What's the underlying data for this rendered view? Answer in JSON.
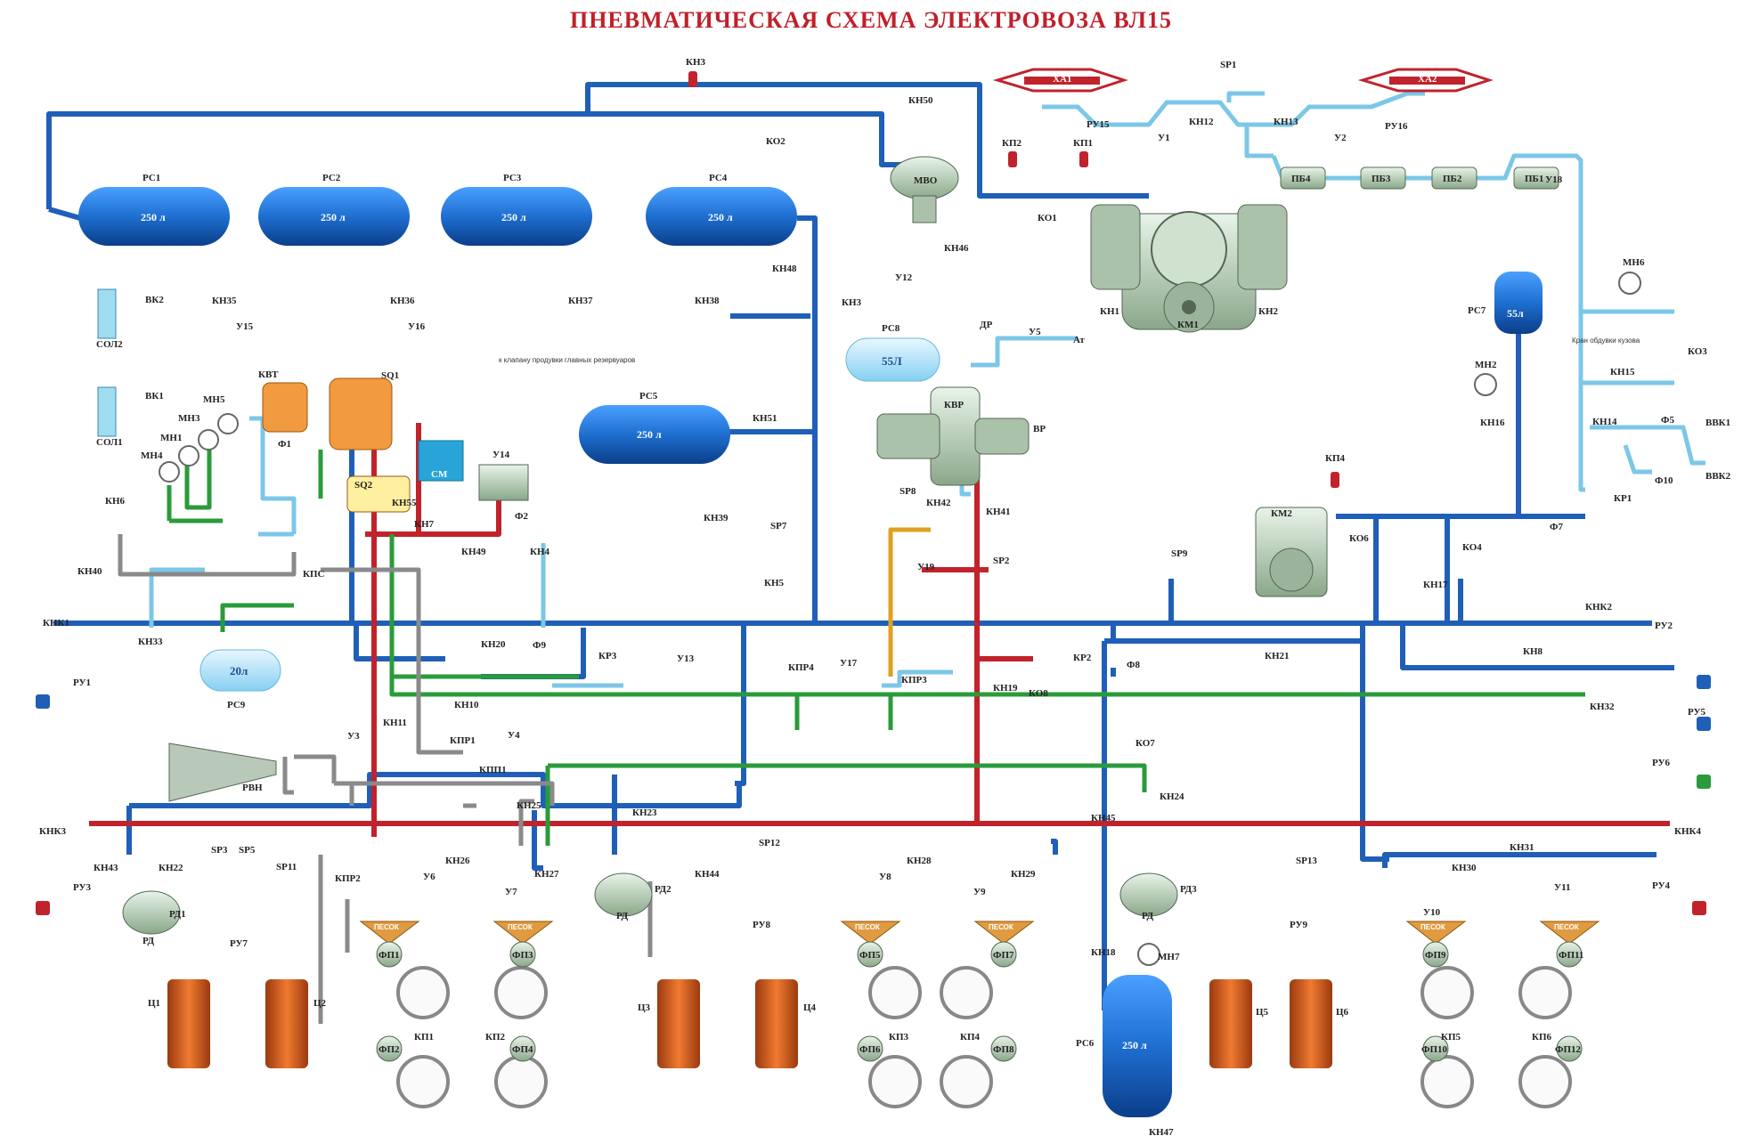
{
  "title": "ПНЕВМАТИЧЕСКАЯ СХЕМА    ЭЛЕКТРОВОЗА  ВЛ15",
  "colors": {
    "main_line": "#1f5fb8",
    "light_line": "#7cc7e8",
    "brake_line": "#c0232b",
    "green_line": "#2a9b3a",
    "gray_line": "#8a8a8a",
    "orange_line": "#e0a020",
    "tank_blue": "#1e6fd0",
    "title_red": "#c0202a"
  },
  "tanks": [
    {
      "id": "РС1",
      "volume": "250 л"
    },
    {
      "id": "РС2",
      "volume": "250 л"
    },
    {
      "id": "РС3",
      "volume": "250 л"
    },
    {
      "id": "РС4",
      "volume": "250 л"
    },
    {
      "id": "РС5",
      "volume": "250 л"
    },
    {
      "id": "РС6",
      "volume": "250 л"
    },
    {
      "id": "РС7",
      "volume": "55л"
    },
    {
      "id": "РС8",
      "volume": "55Л"
    },
    {
      "id": "РС9",
      "volume": "20л"
    }
  ],
  "horns": {
    "left": "ХА1",
    "right": "ХА2"
  },
  "components": {
    "mvo": "МВО",
    "km1": "КМ1",
    "km2": "КМ2",
    "kvr": "КВР",
    "vr": "ВР",
    "sq1": "SQ1",
    "sq2": "SQ2",
    "kvt": "КВТ",
    "cm": "СМ",
    "y14": "У14",
    "rvn": "РВН",
    "sol1": "СОЛ1",
    "sol2": "СОЛ2",
    "rd": "РД",
    "sand": "ПЕСОК"
  },
  "filters_pb": [
    "ПБ4",
    "ПБ3",
    "ПБ2",
    "ПБ1"
  ],
  "cylinders": [
    "Ц1",
    "Ц2",
    "Ц3",
    "Ц4",
    "Ц5",
    "Ц6"
  ],
  "sanders": [
    "ФП1",
    "ФП2",
    "ФП3",
    "ФП4",
    "ФП5",
    "ФП6",
    "ФП7",
    "ФП8",
    "ФП9",
    "ФП10",
    "ФП11",
    "ФП12"
  ],
  "sand_valves": [
    "КП1",
    "КП2",
    "КП3",
    "КП4",
    "КП5",
    "КП6"
  ],
  "pressure_regs": [
    "РД1",
    "РД2",
    "РД3"
  ],
  "hoses": [
    "РУ1",
    "РУ2",
    "РУ3",
    "РУ4",
    "РУ5",
    "РУ6",
    "РУ7",
    "РУ8",
    "РУ9",
    "РУ15",
    "РУ16"
  ],
  "notes": {
    "blowdown": "к клапану продувки главных резервуаров",
    "body_blow": "Кран обдувки кузова",
    "atm": "Ат",
    "vvk1": "ВВК1",
    "vvk2": "ВВК2",
    "dr": "ДР"
  },
  "labels": {
    "kn3a": "КН3",
    "kn50": "КН50",
    "ko2": "КО2",
    "sp1": "SP1",
    "ru15": "РУ15",
    "y1": "У1",
    "kn12": "КН12",
    "kn13": "КН13",
    "y2": "У2",
    "ru16": "РУ16",
    "kp2": "КП2",
    "kp1": "КП1",
    "ko1": "КО1",
    "y18": "У18",
    "kn48": "КН48",
    "kn46": "КН46",
    "y12": "У12",
    "kn3b": "КН3",
    "kn35": "КН35",
    "kn36": "КН36",
    "kn37": "КН37",
    "kn38": "КН38",
    "y15": "У15",
    "y16": "У16",
    "vk2": "ВК2",
    "vk1": "ВК1",
    "mn5": "МН5",
    "mn3": "МН3",
    "mn1": "МН1",
    "mn4": "МН4",
    "kn6": "КН6",
    "f1": "Ф1",
    "f2": "Ф2",
    "kn55": "КН55",
    "kn7": "КН7",
    "kn49": "КН49",
    "kn4": "КН4",
    "kn40": "КН40",
    "kps": "КПС",
    "knk1": "КНК1",
    "kn33": "КН33",
    "ru1": "РУ1",
    "kn51": "КН51",
    "kn39": "КН39",
    "sp7": "SP7",
    "kn5": "КН5",
    "mn6": "МН6",
    "ko3": "КО3",
    "kn15": "КН15",
    "mn2": "МН2",
    "kn16": "КН16",
    "kn14": "КН14",
    "f5": "Ф5",
    "f10": "Ф10",
    "kr1": "КР1",
    "f7": "Ф7",
    "kp4": "КП4",
    "ko6": "КО6",
    "ko4": "КО4",
    "kn17": "КН17",
    "sp9": "SP9",
    "knk2": "КНК2",
    "ru2": "РУ2",
    "kn8": "КН8",
    "ru5": "РУ5",
    "kn32": "КН32",
    "ru6": "РУ6",
    "kn1": "КН1",
    "kn2": "КН2",
    "y5": "У5",
    "sp8": "SP8",
    "kn42": "КН42",
    "kn41": "КН41",
    "y19": "У19",
    "sp2": "SP2",
    "kn20": "КН20",
    "f9": "Ф9",
    "kr3": "КР3",
    "y13": "У13",
    "kpr4": "КПР4",
    "y17": "У17",
    "kpr3": "КПР3",
    "kn19": "КН19",
    "ko8": "КО8",
    "kr2": "КР2",
    "f8": "Ф8",
    "kn21": "КН21",
    "ko7": "КО7",
    "kn24": "КН24",
    "kn45": "КН45",
    "y3": "У3",
    "kn11": "КН11",
    "kn10": "КН10",
    "y4": "У4",
    "kpr1": "КПР1",
    "kpp1": "КПП1",
    "kn25": "КН25",
    "kn23": "КН23",
    "knk3": "КНК3",
    "knk4": "КНК4",
    "ru3": "РУ3",
    "ru4": "РУ4",
    "kn43": "КН43",
    "kn22": "КН22",
    "sp3": "SP3",
    "sp5": "SP5",
    "sp11": "SP11",
    "kpr2": "КПР2",
    "kn26": "КН26",
    "y6": "У6",
    "y7": "У7",
    "kn27": "КН27",
    "kn44": "КН44",
    "sp12": "SP12",
    "kn28": "КН28",
    "y8": "У8",
    "y9": "У9",
    "kn29": "КН29",
    "sp13": "SP13",
    "kn31": "КН31",
    "kn30": "КН30",
    "y10": "У10",
    "y11": "У11",
    "kn18": "КН18",
    "mn7": "МН7",
    "kn47": "КН47",
    "ru7": "РУ7",
    "ru8": "РУ8",
    "ru9": "РУ9"
  }
}
